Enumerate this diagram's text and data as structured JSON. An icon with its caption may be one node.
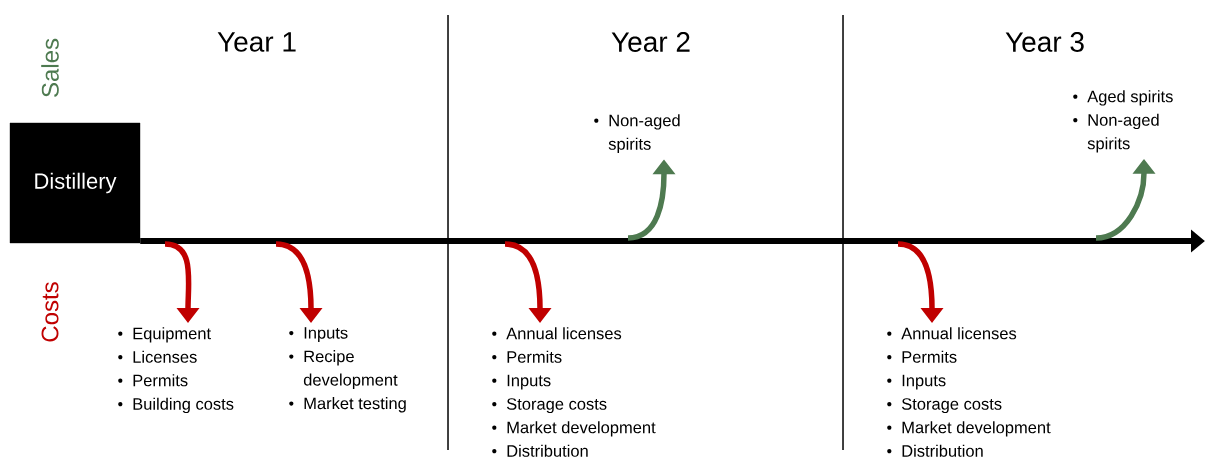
{
  "diagram": {
    "nodes": [
      {
        "text": [
          "Distillery"
        ]
      },
      {
        "text": [
          "Equipment",
          "Licenses",
          "Permits",
          "Building costs"
        ]
      },
      {
        "text": [
          "Inputs",
          "Recipe development",
          "Market testing"
        ]
      },
      {
        "text": [
          "Non-aged spirits"
        ]
      },
      {
        "text": [
          "Annual licenses",
          "Permits",
          "Inputs",
          "Storage costs",
          "Market development",
          "Distribution"
        ]
      },
      {
        "text": [
          "Aged spirits",
          "Non-aged spirits"
        ]
      },
      {
        "text": [
          "Annual licenses",
          "Permits",
          "Inputs",
          "Storage costs",
          "Market development",
          "Distribution"
        ]
      }
    ],
    "edges": [
      {
        "from": 0,
        "to": null,
        "arrow": "to",
        "color": "#000000"
      },
      {
        "from": null,
        "to": 1,
        "arrow": "to"
      },
      {
        "from": null,
        "to": 2,
        "arrow": "to"
      },
      {
        "from": null,
        "to": 3,
        "arrow": "to",
        "color": "#4e7a50"
      },
      {
        "from": null,
        "to": 4,
        "arrow": "to"
      },
      {
        "from": null,
        "to": 5,
        "arrow": "to",
        "color": "#4e7a50"
      },
      {
        "from": null,
        "to": 6,
        "arrow": "to"
      }
    ],
    "labels": [
      "Year 1",
      "Year 2",
      "Year 3",
      "Sales",
      "Costs"
    ]
  }
}
